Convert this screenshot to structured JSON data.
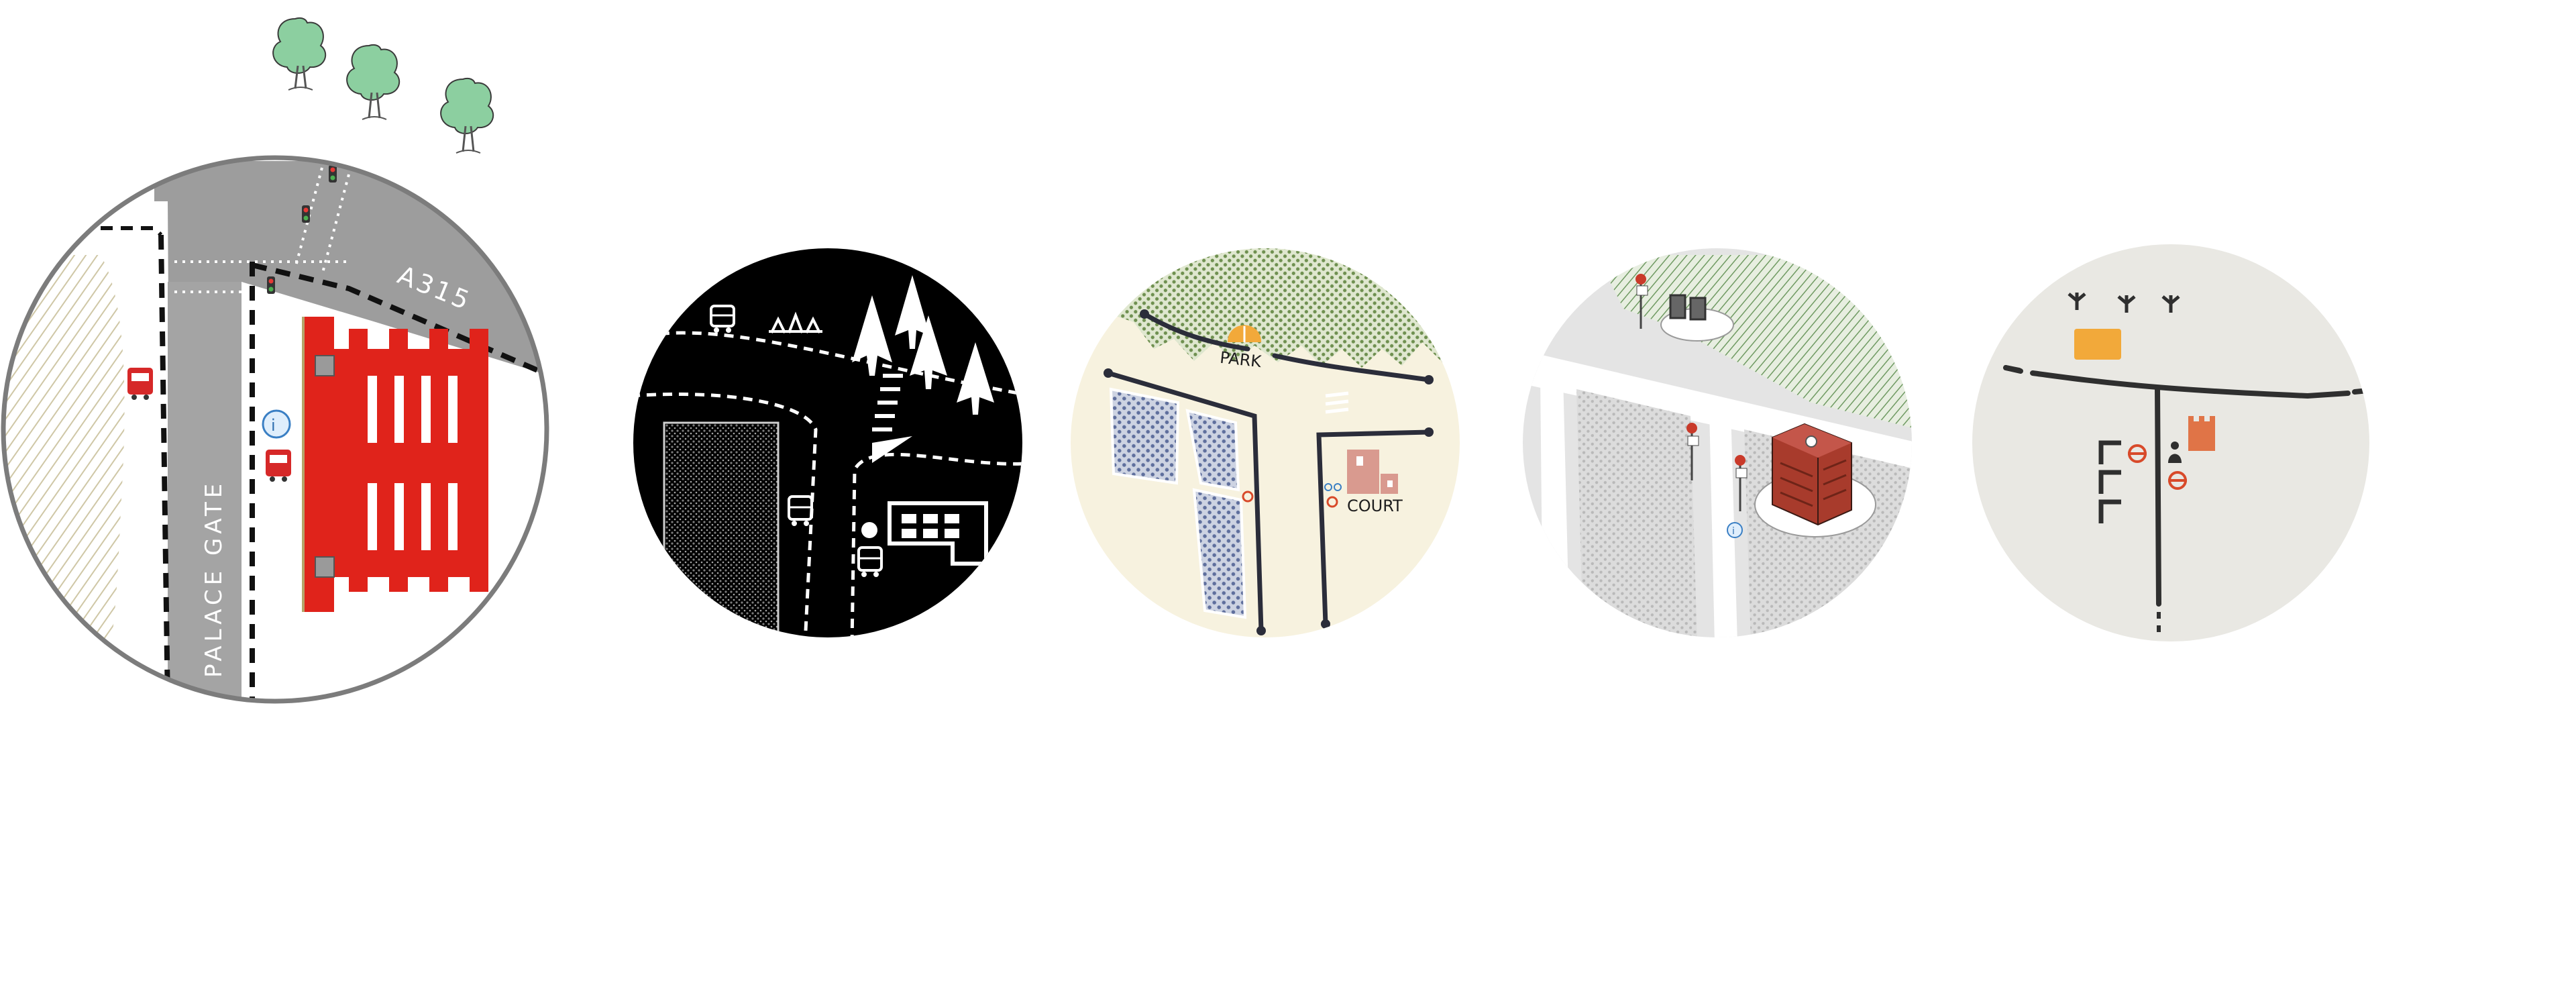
{
  "maps": [
    {
      "style": "hand-drawn color",
      "labels": {
        "road_a": "A315",
        "road_b": "PALACE GATE"
      },
      "colors": {
        "road": "#9a9a9a",
        "building": "#e0231b",
        "trees": "#8ccfa0",
        "hatch": "#d8d2b8",
        "rim": "#7c7c7c"
      },
      "icons": [
        "tree-icon",
        "traffic-light-icon",
        "bus-icon",
        "info-icon",
        "building-icon"
      ]
    },
    {
      "style": "white on black",
      "colors": {
        "bg": "#000000",
        "line": "#ffffff",
        "park": "#8a8a8a"
      },
      "icons": [
        "bus-icon",
        "pine-tree-icon",
        "fence-icon",
        "building-icon",
        "crossing-icon"
      ]
    },
    {
      "style": "cream line map",
      "labels": {
        "park": "PARK",
        "court": "COURT"
      },
      "colors": {
        "bg": "#f7f2df",
        "line": "#2b2d3a",
        "green": "#7a9e5b",
        "hatch": "#5f6f9d",
        "accent": "#f2a93a",
        "court": "#d99a8f",
        "stop": "#d84a2a"
      },
      "icons": [
        "park-gate-icon",
        "court-building-icon",
        "stop-icon",
        "bicycle-icon"
      ]
    },
    {
      "style": "grey axonometric",
      "colors": {
        "bg": "#e4e4e4",
        "road": "#ffffff",
        "green": "#6f9a62",
        "building": "#a83b2c",
        "sign": "#c93a2a"
      },
      "icons": [
        "sign-icon",
        "gate-icon",
        "building-icon",
        "info-icon"
      ]
    },
    {
      "style": "minimal icon map",
      "colors": {
        "bg": "#e9e8e3",
        "line": "#2f2f2f",
        "orange": "#f2a93a",
        "castle": "#e07447",
        "stop": "#d84a2a"
      },
      "icons": [
        "tree-icon",
        "castle-icon",
        "stop-icon",
        "person-icon",
        "block-icon"
      ]
    }
  ]
}
